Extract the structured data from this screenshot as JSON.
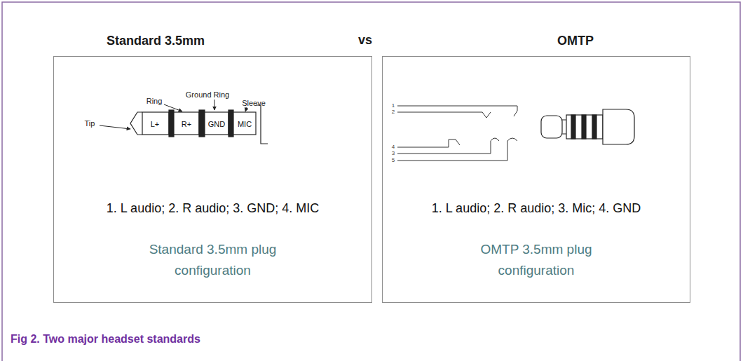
{
  "diagram": {
    "caption": "Fig 2. Two major headset standards",
    "nodes": [
      {
        "text": [
          "Standard 3.5mm",
          "1. L audio; 2. R audio; 3. GND; 4. MIC",
          "Standard 3.5mm plug configuration"
        ]
      },
      {
        "text": [
          "OMTP",
          "1. L audio; 2. R audio; 3. Mic; 4. GND",
          "OMTP 3.5mm plug configuration"
        ]
      }
    ],
    "labels": [
      "vs",
      "Tip",
      "Ring",
      "Ground Ring",
      "Sleeve",
      "L+",
      "R+",
      "GND",
      "MIC",
      "1",
      "2",
      "4",
      "3",
      "5"
    ]
  }
}
